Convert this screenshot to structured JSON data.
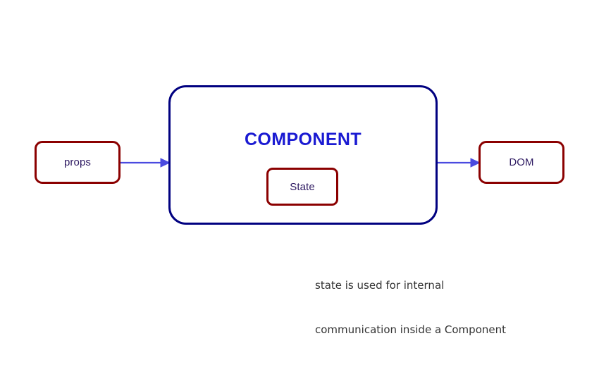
{
  "diagram": {
    "title_text": "COMPONENT",
    "background": "#ffffff",
    "nodes": {
      "props": {
        "label": "props",
        "border_color": "#8b0000",
        "text_color": "#2e1a62"
      },
      "component": {
        "label": "COMPONENT",
        "border_color": "#000080",
        "text_color": "#1a1ad2"
      },
      "state": {
        "label": "State",
        "border_color": "#8b0000",
        "text_color": "#2e1a62"
      },
      "dom": {
        "label": "DOM",
        "border_color": "#8b0000",
        "text_color": "#2e1a62"
      }
    },
    "arrows": {
      "color": "#4a4ae0",
      "props_to_component": "props-to-component-arrow",
      "component_to_dom": "component-to-dom-arrow"
    },
    "caption": {
      "line1": "state is used for internal",
      "line2": "communication inside a Component",
      "color": "#333333"
    }
  }
}
